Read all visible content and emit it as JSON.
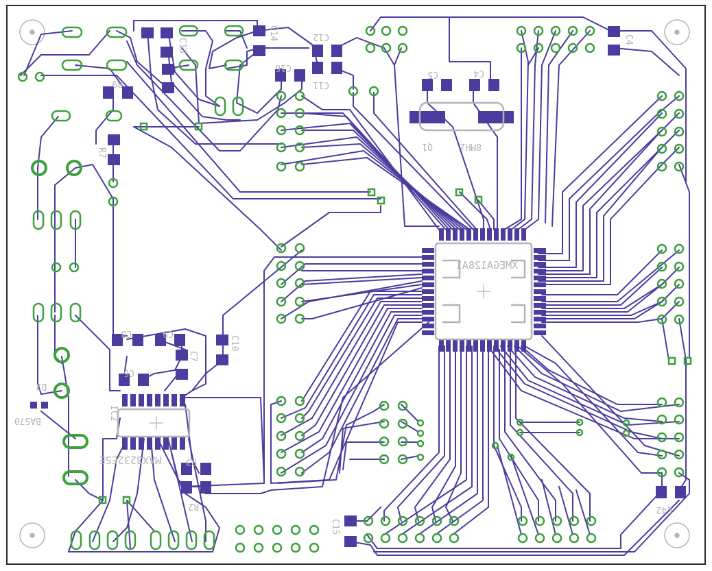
{
  "board": {
    "outline_color": "#2b2b2b",
    "trace_color": "#4b3c9e",
    "pad_smd_color": "#4b3c9e",
    "pad_tht_color": "#3ca03c",
    "silk_color": "#b4b4b4",
    "chip_name": "XMEGA128A1",
    "labels": {
      "r9": "R9",
      "r7": "R7",
      "r3": "R3",
      "r2": "R2",
      "c13": "C13",
      "c14": "C14",
      "c12": "C12",
      "c11": "C11",
      "c16": "C16",
      "c5": "C5",
      "c4": "C4",
      "c8": "C8",
      "c9": "C9",
      "c10": "C10",
      "c7": "C7",
      "c6": "C6",
      "c15": "C15",
      "c41": "C4",
      "q1": "Q1",
      "mhz": "8MHz",
      "d2": "D2",
      "bas70": "BAS70",
      "ic2": "IC2",
      "max": "MAX3232ESE",
      "c42": "C42"
    }
  }
}
